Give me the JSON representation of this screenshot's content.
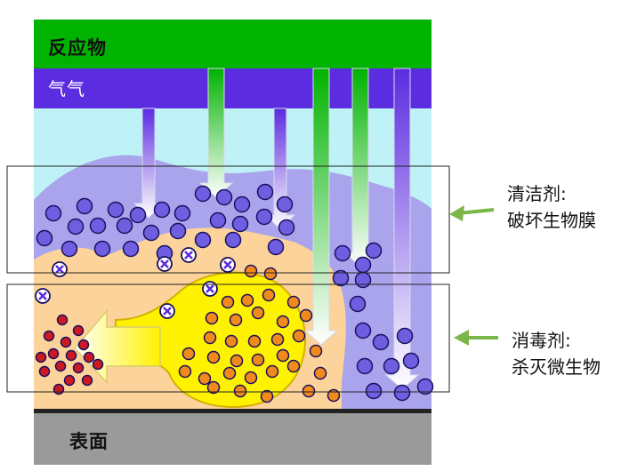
{
  "labels": {
    "reactant": "反应物",
    "gas": "气气",
    "surface": "表面",
    "cleaner_title": "清洁剂:",
    "cleaner_desc": "破坏生物膜",
    "disinfectant_title": "消毒剂:",
    "disinfectant_desc": "杀灭微生物"
  },
  "colors": {
    "reactant_band": "#00b300",
    "gas_band": "#5b2ce0",
    "liquid": "#bff2f7",
    "biofilm": "#a9a4ec",
    "cell_cluster": "#fcd39a",
    "microcolony": "#fff200",
    "surface": "#9a9a9a",
    "gas_particle": "#6f5fe0",
    "orange_particle": "#f08a1c",
    "red_particle": "#cc1a22",
    "pointer_arrow": "#7ab648"
  },
  "icons": {
    "damaged_particle": "x-circle-icon",
    "pointer": "green-arrow-left-icon"
  }
}
